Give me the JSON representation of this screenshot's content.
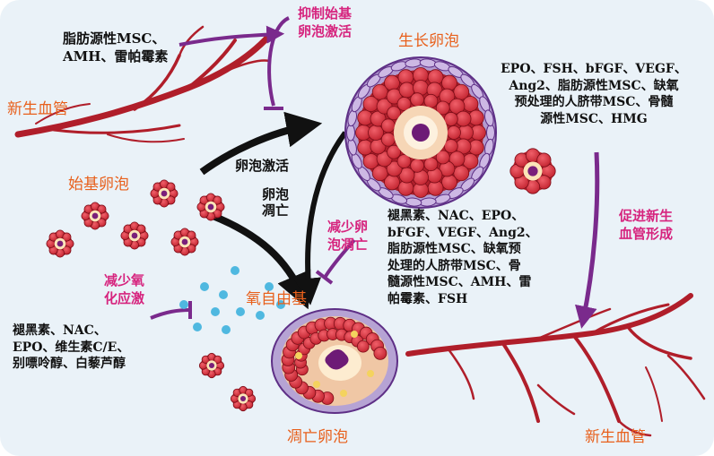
{
  "labels": {
    "new_vessel_top": "新生血管",
    "new_vessel_bottom": "新生血管",
    "primordial": "始基卵泡",
    "growing": "生长卵泡",
    "atretic": "凋亡卵泡",
    "ros": "氧自由基",
    "activation": "卵泡激活",
    "apoptosis_line1": "卵泡",
    "apoptosis_line2": "凋亡"
  },
  "effects": {
    "inhibit_line1": "抑制始基",
    "inhibit_line2": "卵泡激活",
    "reduce_apoptosis_line1": "减少卵",
    "reduce_apoptosis_line2": "泡凋亡",
    "reduce_oxidative_line1": "减少氧",
    "reduce_oxidative_line2": "化应激",
    "angiogenesis_line1": "促进新生",
    "angiogenesis_line2": "血管形成"
  },
  "agents": {
    "inhibit_activation": [
      "脂肪源性MSC、",
      "AMH、雷帕霉素"
    ],
    "angiogenesis": [
      "EPO、FSH、bFGF、VEGF、",
      "Ang2、脂肪源性MSC、缺氧",
      "预处理的人脐带MSC、骨髓",
      "源性MSC、HMG"
    ],
    "anti_apoptosis": [
      "褪黑素、NAC、EPO、",
      "bFGF、VEGF、Ang2、",
      "脂肪源性MSC、缺氧预",
      "处理的人脐带MSC、骨",
      "髓源性MSC、AMH、雷",
      "帕霉素、FSH"
    ],
    "antioxidant": [
      "褪黑素、NAC、",
      "EPO、维生素C/E、",
      "别嘌呤醇、白藜芦醇"
    ]
  },
  "colors": {
    "background": "#eaf2f8",
    "vessel": "#b01e2a",
    "black_arrow": "#111111",
    "purple_arrow": "#7a2a8c",
    "ros_dots": "#4fb8e0",
    "label_orange": "#e8601c",
    "label_magenta": "#d6247e"
  }
}
